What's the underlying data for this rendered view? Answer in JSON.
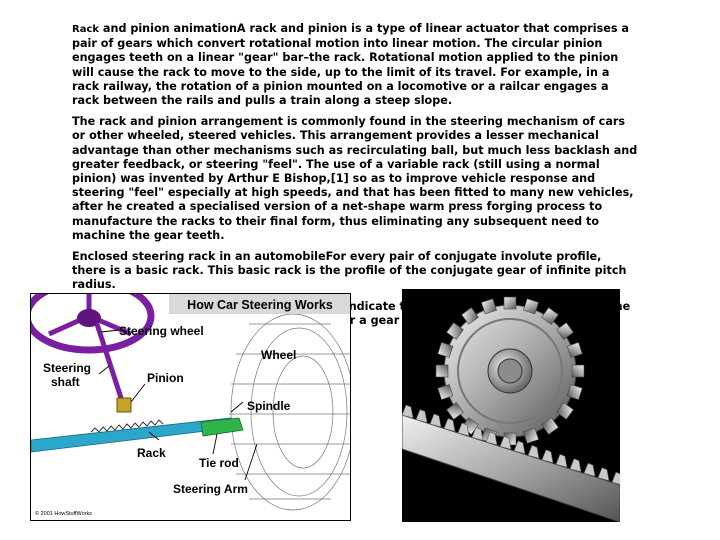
{
  "document": {
    "p1_lead": "Rack",
    "p1_rest": " and pinion animationA rack and pinion is a type of linear actuator that comprises a pair of gears which convert rotational motion into linear motion. The circular pinion engages teeth on a linear \"gear\" bar–the rack. Rotational motion applied to the pinion will cause the rack to move to the side, up to the limit of its travel. For example, in a rack railway, the rotation of a pinion mounted on a locomotive or a railcar engages a rack between the rails and pulls a train along a steep slope.",
    "p2": "The rack and pinion arrangement is commonly found in the steering mechanism of cars or other wheeled, steered vehicles. This arrangement provides a lesser mechanical advantage than other mechanisms such as recirculating ball, but much less backlash and greater feedback, or steering \"feel\". The use of a variable rack (still using a normal pinion) was invented by Arthur E Bishop,[1] so as to improve vehicle response and steering \"feel\" especially at high speeds, and that has been fitted to many new vehicles, after he created a specialised version of a net-shape warm press forging process to manufacture the racks to their final form, thus eliminating any subsequent need to machine the gear teeth.",
    "p3": "Enclosed steering rack in an automobileFor every pair of conjugate involute profile, there is a basic rack. This basic rack is the profile of the conjugate gear of infinite pitch radius.",
    "p4": "A generating rack is a rack outline used to indicate tooth details and dimensions for the design of a generating tool, such as a hob or a gear shaper cutter."
  },
  "steering_figure": {
    "title": "How Car Steering Works",
    "labels": {
      "steering_wheel": "Steering wheel",
      "steering_shaft_1": "Steering",
      "steering_shaft_2": "shaft",
      "pinion": "Pinion",
      "wheel": "Wheel",
      "spindle": "Spindle",
      "rack": "Rack",
      "tie_rod": "Tie rod",
      "steering_arm": "Steering Arm"
    },
    "copyright": "© 2001 HowStuffWorks",
    "colors": {
      "wheel": "#7a1fa0",
      "rack": "#2aa7c9",
      "tie_rod": "#2fb34a",
      "pinion": "#c9a227"
    }
  },
  "gear_figure": {
    "colors": {
      "background": "#000000",
      "metal": "#b8b8b8"
    }
  }
}
